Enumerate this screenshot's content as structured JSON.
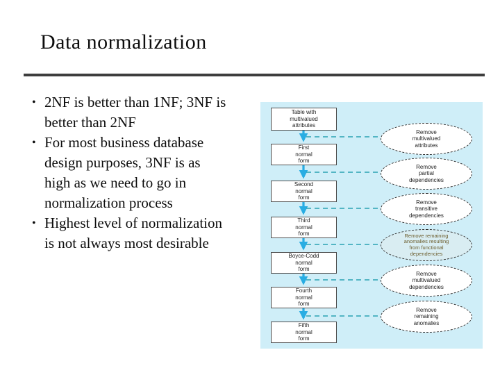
{
  "slide": {
    "title": "Data normalization",
    "bullet_marker": "•",
    "bullets": [
      "2NF is better than 1NF; 3NF is better than 2NF",
      "For most business database design purposes, 3NF is as high as we need to go in normalization process",
      "Highest level of normalization is not always most desirable"
    ]
  },
  "diagram": {
    "boxes": [
      {
        "label": "Table with\nmultivalued\nattributes"
      },
      {
        "label": "First\nnormal\nform"
      },
      {
        "label": "Second\nnormal\nform"
      },
      {
        "label": "Third\nnormal\nform"
      },
      {
        "label": "Boyce-Codd\nnormal\nform"
      },
      {
        "label": "Fourth\nnormal\nform"
      },
      {
        "label": "Fifth\nnormal\nform"
      }
    ],
    "ellipses": [
      {
        "label": "Remove\nmultivalued\nattributes"
      },
      {
        "label": "Remove\npartial\ndependencies"
      },
      {
        "label": "Remove\ntransitive\ndependencies"
      },
      {
        "label": "Remove remaining\nanomalies resulting\nfrom functional\ndependencies"
      },
      {
        "label": "Remove\nmultivalued\ndependencies"
      },
      {
        "label": "Remove\nremaining\nanomalies"
      }
    ],
    "colors": {
      "panel_bg": "#cfeef8",
      "box_fill": "#ffffff",
      "box_border": "#4c4c4c",
      "ellipse_border": "#2b2b2b",
      "arrow": "#29ade3",
      "dashed_connector": "#2aa2b2",
      "highlight_ellipse_fill": "#d9edf2",
      "highlight_ellipse_text": "#6b5c2c",
      "rule": "#3d3d3d"
    }
  }
}
